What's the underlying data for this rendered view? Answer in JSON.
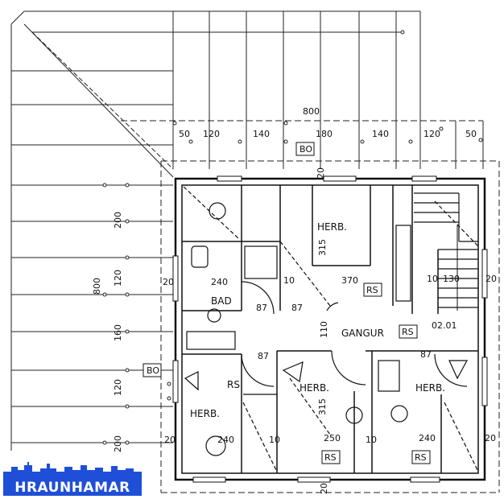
{
  "rooms": {
    "herb_top": "HERB.",
    "bad": "BAD",
    "gangur": "GANGUR",
    "rs_left": "RS",
    "herb_left": "HERB.",
    "herb_mid": "HERB.",
    "herb_right": "HERB.",
    "room_code": "02.01"
  },
  "tags": {
    "bo_top": "BO",
    "bo_left": "BO",
    "rs_top": "RS",
    "rs_gangur": "RS",
    "rs_bottom_mid": "RS",
    "rs_bottom_right": "RS"
  },
  "dims": {
    "top_total": "800",
    "top_50a": "50",
    "top_120a": "120",
    "top_140a": "140",
    "top_180": "180",
    "top_140b": "140",
    "top_120b": "120",
    "top_50b": "50",
    "left_total": "800",
    "left_200a": "200",
    "left_120a": "120",
    "left_160": "160",
    "left_120b": "120",
    "left_200b": "200",
    "wall_20_top": "20",
    "wall_20_left": "20",
    "wall_20_left2": "20",
    "wall_20_right": "20",
    "wall_20_right2": "20",
    "wall_20_bottom": "20",
    "d_240_bad": "240",
    "d_10_bad": "10",
    "d_87a": "87",
    "d_87b": "87",
    "d_370": "370",
    "d_10_stair": "10",
    "d_130": "130",
    "d_315_top": "315",
    "d_110": "110",
    "d_87c": "87",
    "d_87d": "87",
    "d_315_mid": "315",
    "d_240_bl": "240",
    "d_10_bl": "10",
    "d_250": "250",
    "d_10_bm": "10",
    "d_240_br": "240"
  },
  "logo": {
    "text": "HRAUNHAMAR",
    "color": "#1f4fd6"
  }
}
